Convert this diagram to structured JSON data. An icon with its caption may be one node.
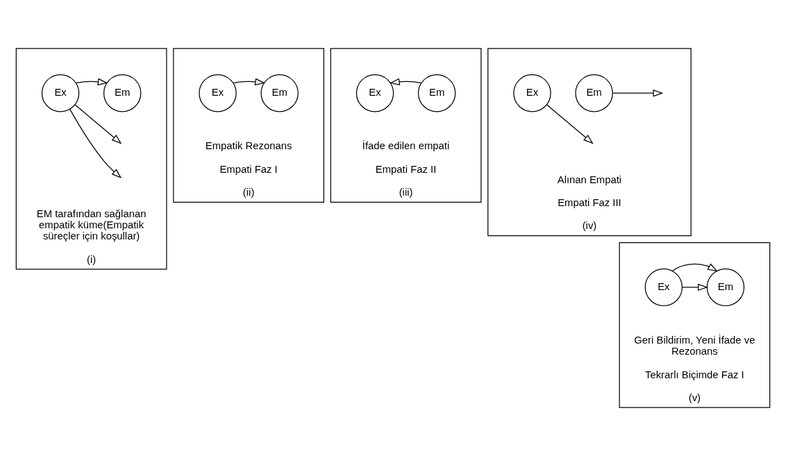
{
  "diagram": {
    "nodes": [
      {
        "text": [
          "EM tarafından sağlanan empatik küme(Empatik süreçler için koşullar)",
          "(i)"
        ]
      },
      {
        "text": [
          "Ex"
        ],
        "in": 0
      },
      {
        "text": [
          "Em"
        ],
        "in": 0
      },
      {
        "text": [
          "Empatik Rezonans",
          "Empati Faz I",
          "(ii)"
        ]
      },
      {
        "text": [
          "Ex"
        ],
        "in": 3
      },
      {
        "text": [
          "Em"
        ],
        "in": 3
      },
      {
        "text": [
          "İfade edilen empati",
          "Empati Faz II",
          "(iii)"
        ]
      },
      {
        "text": [
          "Ex"
        ],
        "in": 6
      },
      {
        "text": [
          "Em"
        ],
        "in": 6
      },
      {
        "text": [
          "Alınan Empati",
          "Empati Faz III",
          "(iv)"
        ]
      },
      {
        "text": [
          "Ex"
        ],
        "in": 9
      },
      {
        "text": [
          "Em"
        ],
        "in": 9
      },
      {
        "text": [
          "Geri Bildirim, Yeni İfade ve Rezonans",
          "Tekrarlı Biçimde Faz I",
          "(v)"
        ]
      },
      {
        "text": [
          "Ex"
        ],
        "in": 12
      },
      {
        "text": [
          "Em"
        ],
        "in": 12
      }
    ],
    "edges": [
      {
        "from": 1,
        "to": null,
        "arrow": "to"
      },
      {
        "from": 1,
        "to": 2,
        "arrow": "to"
      },
      {
        "from": 1,
        "to": null,
        "arrow": "to"
      },
      {
        "from": 4,
        "to": 5,
        "arrow": "to"
      },
      {
        "from": 8,
        "to": 7,
        "arrow": "to"
      },
      {
        "from": 10,
        "to": null,
        "arrow": "to"
      },
      {
        "from": 11,
        "to": null,
        "arrow": "to"
      },
      {
        "from": 13,
        "to": 14,
        "arrow": "to"
      },
      {
        "from": 13,
        "to": 14,
        "arrow": "to"
      }
    ]
  }
}
